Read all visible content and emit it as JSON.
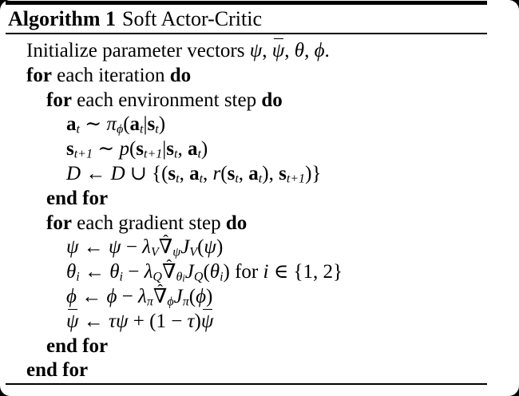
{
  "colors": {
    "background": "#000000",
    "paper": "#ffffff",
    "ink": "#000000"
  },
  "header": {
    "label": "Algorithm 1",
    "title": "Soft Actor-Critic"
  },
  "accents": {
    "hat": "ˆ"
  },
  "lines": [
    {
      "indent": 0,
      "segments": [
        {
          "t": "Initialize parameter vectors "
        },
        {
          "t": "ψ",
          "c": "it"
        },
        {
          "t": ", "
        },
        {
          "t": "ψ",
          "c": "it",
          "a": "bar"
        },
        {
          "t": ", "
        },
        {
          "t": "θ",
          "c": "it"
        },
        {
          "t": ", "
        },
        {
          "t": "ϕ",
          "c": "it"
        },
        {
          "t": "."
        }
      ]
    },
    {
      "indent": 0,
      "segments": [
        {
          "t": "for",
          "c": "kw"
        },
        {
          "t": " each iteration "
        },
        {
          "t": "do",
          "c": "kw"
        }
      ]
    },
    {
      "indent": 1,
      "segments": [
        {
          "t": "for",
          "c": "kw"
        },
        {
          "t": " each environment step "
        },
        {
          "t": "do",
          "c": "kw"
        }
      ]
    },
    {
      "indent": 2,
      "segments": [
        {
          "t": "a",
          "c": "mb"
        },
        {
          "t": "t",
          "c": "sub it"
        },
        {
          "t": " ∼ "
        },
        {
          "t": "π",
          "c": "it"
        },
        {
          "t": "ϕ",
          "c": "sub it"
        },
        {
          "t": "("
        },
        {
          "t": "a",
          "c": "mb"
        },
        {
          "t": "t",
          "c": "sub it"
        },
        {
          "t": "|"
        },
        {
          "t": "s",
          "c": "mb"
        },
        {
          "t": "t",
          "c": "sub it"
        },
        {
          "t": ")"
        }
      ]
    },
    {
      "indent": 2,
      "segments": [
        {
          "t": "s",
          "c": "mb"
        },
        {
          "t": "t+1",
          "c": "sub it"
        },
        {
          "t": " ∼ "
        },
        {
          "t": "p",
          "c": "it"
        },
        {
          "t": "("
        },
        {
          "t": "s",
          "c": "mb"
        },
        {
          "t": "t+1",
          "c": "sub it"
        },
        {
          "t": "|"
        },
        {
          "t": "s",
          "c": "mb"
        },
        {
          "t": "t",
          "c": "sub it"
        },
        {
          "t": ", "
        },
        {
          "t": "a",
          "c": "mb"
        },
        {
          "t": "t",
          "c": "sub it"
        },
        {
          "t": ")"
        }
      ]
    },
    {
      "indent": 2,
      "segments": [
        {
          "t": "D",
          "c": "cal"
        },
        {
          "t": " ← "
        },
        {
          "t": "D",
          "c": "cal"
        },
        {
          "t": " ∪ {("
        },
        {
          "t": "s",
          "c": "mb"
        },
        {
          "t": "t",
          "c": "sub it"
        },
        {
          "t": ", "
        },
        {
          "t": "a",
          "c": "mb"
        },
        {
          "t": "t",
          "c": "sub it"
        },
        {
          "t": ", "
        },
        {
          "t": "r",
          "c": "it"
        },
        {
          "t": "("
        },
        {
          "t": "s",
          "c": "mb"
        },
        {
          "t": "t",
          "c": "sub it"
        },
        {
          "t": ", "
        },
        {
          "t": "a",
          "c": "mb"
        },
        {
          "t": "t",
          "c": "sub it"
        },
        {
          "t": "), "
        },
        {
          "t": "s",
          "c": "mb"
        },
        {
          "t": "t+1",
          "c": "sub it"
        },
        {
          "t": ")}"
        }
      ]
    },
    {
      "indent": 1,
      "segments": [
        {
          "t": "end for",
          "c": "kw"
        }
      ]
    },
    {
      "indent": 1,
      "segments": [
        {
          "t": "for",
          "c": "kw"
        },
        {
          "t": " each gradient step "
        },
        {
          "t": "do",
          "c": "kw"
        }
      ]
    },
    {
      "indent": 2,
      "segments": [
        {
          "t": "ψ",
          "c": "it"
        },
        {
          "t": " ← "
        },
        {
          "t": "ψ",
          "c": "it"
        },
        {
          "t": " − "
        },
        {
          "t": "λ",
          "c": "it"
        },
        {
          "t": "V",
          "c": "sub it"
        },
        {
          "t": "∇",
          "a": "hat"
        },
        {
          "t": "ψ",
          "c": "sub it"
        },
        {
          "t": "J",
          "c": "it"
        },
        {
          "t": "V",
          "c": "sub it"
        },
        {
          "t": "("
        },
        {
          "t": "ψ",
          "c": "it"
        },
        {
          "t": ")"
        }
      ]
    },
    {
      "indent": 2,
      "segments": [
        {
          "t": "θ",
          "c": "it"
        },
        {
          "t": "i",
          "c": "sub it"
        },
        {
          "t": " ← "
        },
        {
          "t": "θ",
          "c": "it"
        },
        {
          "t": "i",
          "c": "sub it"
        },
        {
          "t": " − "
        },
        {
          "t": "λ",
          "c": "it"
        },
        {
          "t": "Q",
          "c": "sub it"
        },
        {
          "t": "∇",
          "a": "hat"
        },
        {
          "t": "θ",
          "c": "sub it"
        },
        {
          "t": "i",
          "c": "subsub it"
        },
        {
          "t": "J",
          "c": "it"
        },
        {
          "t": "Q",
          "c": "sub it"
        },
        {
          "t": "("
        },
        {
          "t": "θ",
          "c": "it"
        },
        {
          "t": "i",
          "c": "sub it"
        },
        {
          "t": ")"
        },
        {
          "t": " for "
        },
        {
          "t": "i",
          "c": "it"
        },
        {
          "t": " ∈ {1, 2}"
        }
      ]
    },
    {
      "indent": 2,
      "segments": [
        {
          "t": "ϕ",
          "c": "it"
        },
        {
          "t": " ← "
        },
        {
          "t": "ϕ",
          "c": "it"
        },
        {
          "t": " − "
        },
        {
          "t": "λ",
          "c": "it"
        },
        {
          "t": "π",
          "c": "sub it"
        },
        {
          "t": "∇",
          "a": "hat"
        },
        {
          "t": "ϕ",
          "c": "sub it"
        },
        {
          "t": "J",
          "c": "it"
        },
        {
          "t": "π",
          "c": "sub it"
        },
        {
          "t": "("
        },
        {
          "t": "ϕ",
          "c": "it"
        },
        {
          "t": ")"
        }
      ]
    },
    {
      "indent": 2,
      "segments": [
        {
          "t": "ψ",
          "c": "it",
          "a": "bar"
        },
        {
          "t": " ← "
        },
        {
          "t": "τ",
          "c": "it"
        },
        {
          "t": "ψ",
          "c": "it"
        },
        {
          "t": " + (1 − "
        },
        {
          "t": "τ",
          "c": "it"
        },
        {
          "t": ")"
        },
        {
          "t": "ψ",
          "c": "it",
          "a": "bar"
        }
      ]
    },
    {
      "indent": 1,
      "segments": [
        {
          "t": "end for",
          "c": "kw"
        }
      ]
    },
    {
      "indent": 0,
      "segments": [
        {
          "t": "end for",
          "c": "kw"
        }
      ]
    }
  ]
}
